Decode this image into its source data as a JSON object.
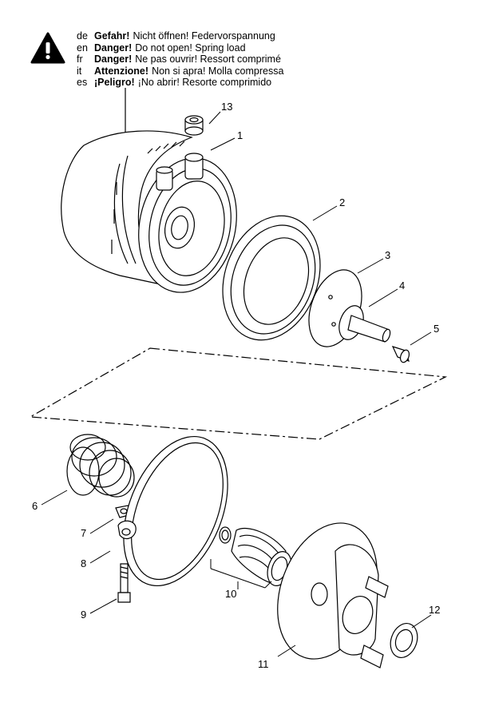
{
  "warnings": [
    {
      "lang": "de",
      "label": "Gefahr!",
      "text": "Nicht öffnen! Federvorspannung"
    },
    {
      "lang": "en",
      "label": "Danger!",
      "text": "Do not open! Spring load"
    },
    {
      "lang": "fr",
      "label": "Danger!",
      "text": "Ne pas ouvrir! Ressort comprimé"
    },
    {
      "lang": "it",
      "label": "Attenzione!",
      "text": "Non si apra! Molla compressa"
    },
    {
      "lang": "es",
      "label": "¡Peligro!",
      "text": "¡No abrir! Resorte comprimido"
    }
  ],
  "callouts": {
    "p1": "1",
    "p2": "2",
    "p3": "3",
    "p4": "4",
    "p5": "5",
    "p6": "6",
    "p7": "7",
    "p8": "8",
    "p9": "9",
    "p10": "10",
    "p11": "11",
    "p12": "12",
    "p13": "13"
  }
}
